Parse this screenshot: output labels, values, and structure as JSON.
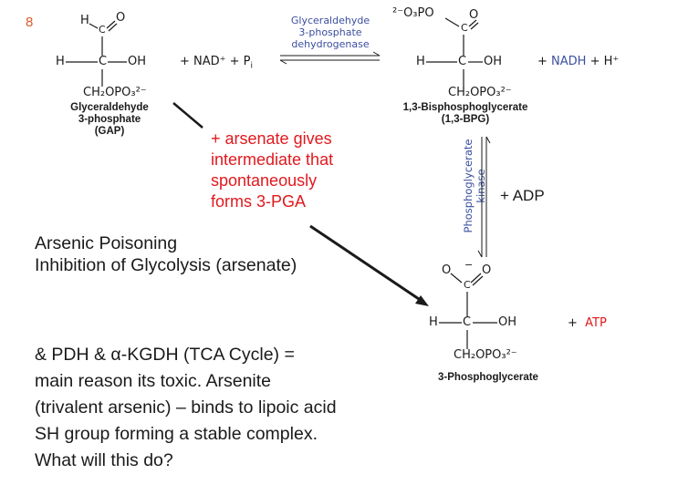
{
  "slide_number": "8",
  "gap": {
    "h": "H",
    "c_top": "C",
    "o_top": "O",
    "h_left": "H",
    "c_mid": "C",
    "oh": "OH",
    "ch2": "CH₂OPO₃²⁻",
    "name_line1": "Glyceraldehyde",
    "name_line2": "3-phosphate",
    "name_line3": "(GAP)"
  },
  "reagents_left": "+ NAD⁺ + P",
  "reagents_left_sub": "i",
  "enzyme_gapdh": {
    "line1": "Glyceraldehyde",
    "line2": "3-phosphate",
    "line3": "dehydrogenase"
  },
  "bpg": {
    "phosphate": "²⁻O₃PO",
    "c_top": "C",
    "o_top": "O",
    "h_left": "H",
    "c_mid": "C",
    "oh": "OH",
    "ch2": "CH₂OPO₃²⁻",
    "name_line1": "1,3-Bisphosphoglycerate",
    "name_line2": "(1,3-BPG)"
  },
  "products_right": "+ NADH + H⁺",
  "nadh_colored": "NADH",
  "enzyme_pgk": {
    "line1": "Phosphoglycerate",
    "line2": "kinase"
  },
  "adp": "+ ADP",
  "pga": {
    "o_left": "O",
    "minus": "−",
    "o_right": "O",
    "c_top": "C",
    "h_left": "H",
    "c_mid": "C",
    "oh": "OH",
    "ch2": "CH₂OPO₃²⁻",
    "name": "3-Phosphoglycerate"
  },
  "atp_plus": "+",
  "atp": "ATP",
  "arsenate_note": [
    "+ arsenate gives",
    "intermediate that",
    "spontaneously",
    "forms 3-PGA"
  ],
  "arsenic_title": [
    "Arsenic Poisoning",
    "Inhibition of Glycolysis (arsenate)"
  ],
  "tca_text": [
    "& PDH & α-KGDH (TCA Cycle) =",
    "main reason its toxic.  Arsenite",
    "(trivalent arsenic) – binds to lipoic acid",
    "SH group forming a stable complex.",
    "What will this do?"
  ],
  "colors": {
    "red": "#e0191e",
    "enzyme_blue": "#3a4fa0",
    "nadh_blue": "#3a4fa0",
    "atp_red": "#e0191e",
    "slide_number": "#e05a2a"
  }
}
